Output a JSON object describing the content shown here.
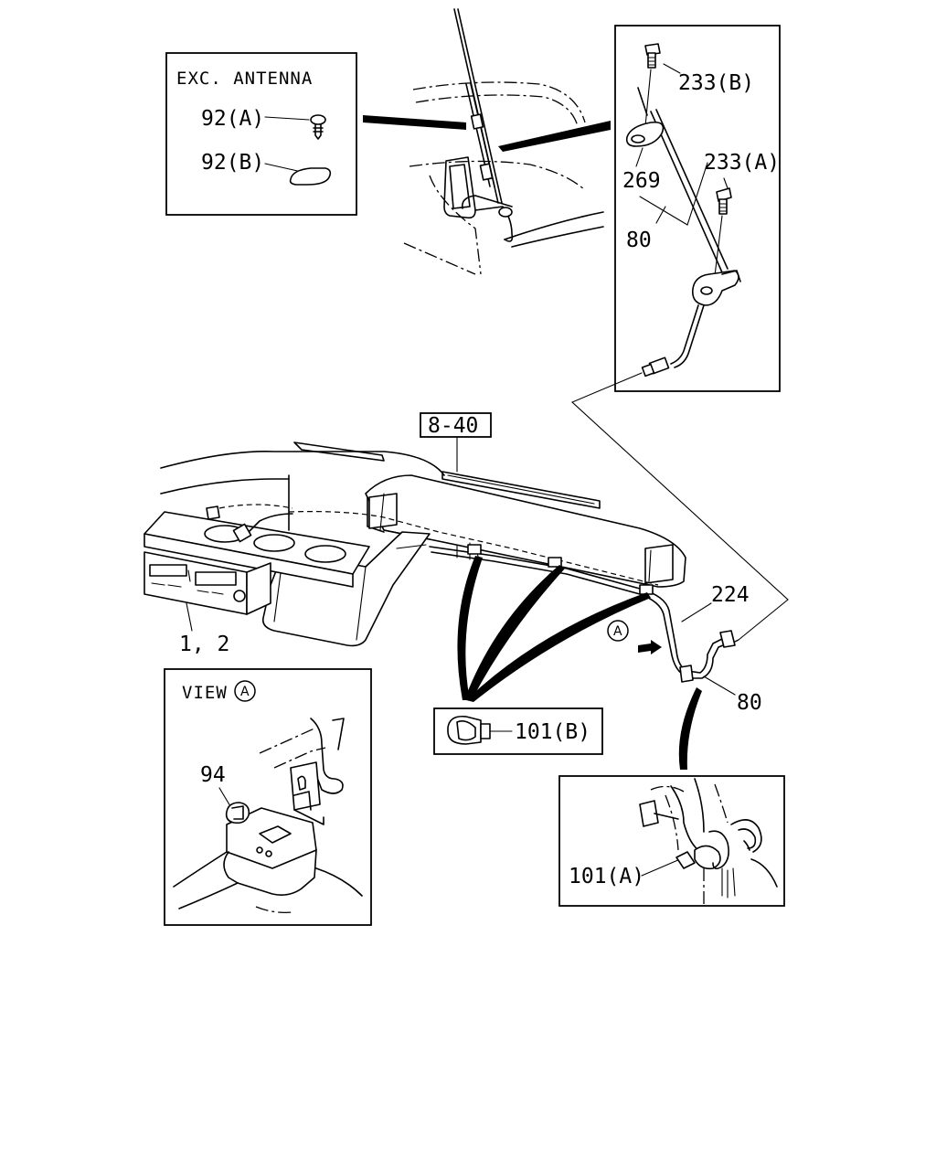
{
  "diagram": {
    "inset_exc_antenna": {
      "title": "EXC. ANTENNA",
      "part_92a": "92(A)",
      "part_92b": "92(B)"
    },
    "inset_antenna_parts": {
      "part_233b": "233(B)",
      "part_233a": "233(A)",
      "part_269": "269",
      "part_80": "80"
    },
    "main": {
      "ref_8_40": "8-40",
      "part_224": "224",
      "part_80": "80",
      "part_1_2": "1, 2",
      "view_marker": "A"
    },
    "view_a": {
      "title": "VIEW",
      "marker": "A",
      "part_94": "94"
    },
    "clip_101b": "101(B)",
    "inset_clip_101a": {
      "part_101a": "101(A)"
    }
  }
}
